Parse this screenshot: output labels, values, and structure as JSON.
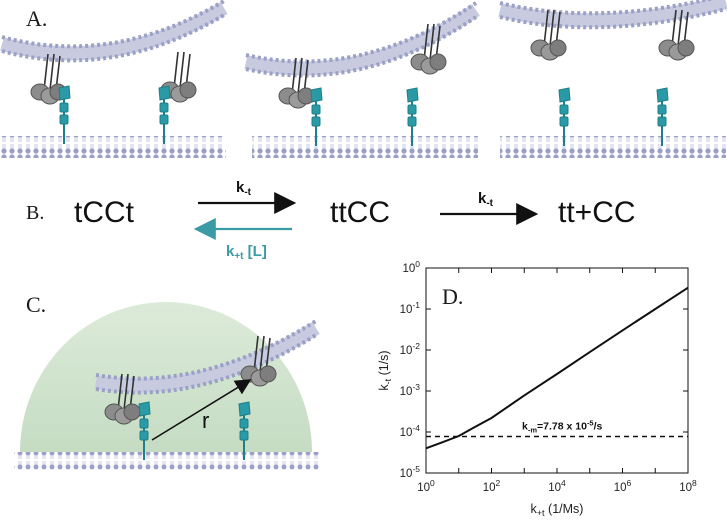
{
  "panels": {
    "a_label": "A.",
    "b_label": "B.",
    "c_label": "C.",
    "d_label": "D."
  },
  "scheme": {
    "state_1": "tCCt",
    "state_2": "ttCC",
    "state_3": "tt+CC",
    "forward_rate_1": "k-t",
    "reverse_rate_1": "k+t [L]",
    "forward_rate_2": "k-t",
    "forward_color": "#111111",
    "reverse_color": "#3a9aa5"
  },
  "panel_c": {
    "distance_label": "r"
  },
  "colors": {
    "membrane_head": "#9aa0c6",
    "membrane_tail": "#c8cbe0",
    "cadherin_gray": "#8c8c8c",
    "receptor_teal": "#2a9aa6",
    "dome": "#cfe3cf"
  },
  "chart_data": {
    "type": "line",
    "title": "",
    "xlabel": "k+t (1/Ms)",
    "ylabel": "k-t (1/s)",
    "xscale": "log",
    "yscale": "log",
    "xlim": [
      1,
      100000000
    ],
    "ylim": [
      1e-05,
      1
    ],
    "x_ticks": [
      "10^0",
      "10^2",
      "10^4",
      "10^6",
      "10^8"
    ],
    "y_ticks": [
      "10^-5",
      "10^-4",
      "10^-3",
      "10^-2",
      "10^-1",
      "10^0"
    ],
    "grid": false,
    "series": [
      {
        "style": "solid",
        "x": [
          1,
          3,
          10,
          30,
          100,
          1000,
          10000,
          100000,
          1000000,
          10000000,
          100000000
        ],
        "values": [
          4e-05,
          5.5e-05,
          8e-05,
          0.00013,
          0.00022,
          0.00078,
          0.0026,
          0.0089,
          0.03,
          0.1,
          0.33
        ]
      },
      {
        "style": "dashed",
        "x": [
          1,
          100000000
        ],
        "values": [
          7.78e-05,
          7.78e-05
        ]
      }
    ],
    "annotation": "k-m=7.78 x 10-5/s"
  }
}
